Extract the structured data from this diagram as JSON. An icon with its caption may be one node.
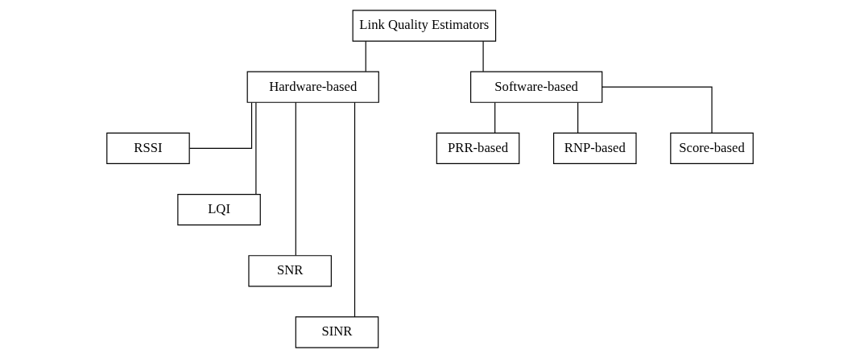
{
  "diagram": {
    "nodes": [
      {
        "text": [
          "Link Quality Estimators"
        ]
      },
      {
        "text": [
          "Hardware-based"
        ]
      },
      {
        "text": [
          "Software-based"
        ]
      },
      {
        "text": [
          "RSSI"
        ]
      },
      {
        "text": [
          "LQI"
        ]
      },
      {
        "text": [
          "SNR"
        ]
      },
      {
        "text": [
          "SINR"
        ]
      },
      {
        "text": [
          "PRR-based"
        ]
      },
      {
        "text": [
          "RNP-based"
        ]
      },
      {
        "text": [
          "Score-based"
        ]
      }
    ],
    "edges": [
      {
        "from": 0,
        "to": 1,
        "arrow": "none"
      },
      {
        "from": 0,
        "to": 2,
        "arrow": "none"
      },
      {
        "from": 1,
        "to": 3,
        "arrow": "none"
      },
      {
        "from": 1,
        "to": 4,
        "arrow": "none"
      },
      {
        "from": 1,
        "to": 5,
        "arrow": "none"
      },
      {
        "from": 1,
        "to": 6,
        "arrow": "none"
      },
      {
        "from": 2,
        "to": 7,
        "arrow": "none"
      },
      {
        "from": 2,
        "to": 8,
        "arrow": "none"
      },
      {
        "from": 2,
        "to": 9,
        "arrow": "none"
      }
    ]
  }
}
